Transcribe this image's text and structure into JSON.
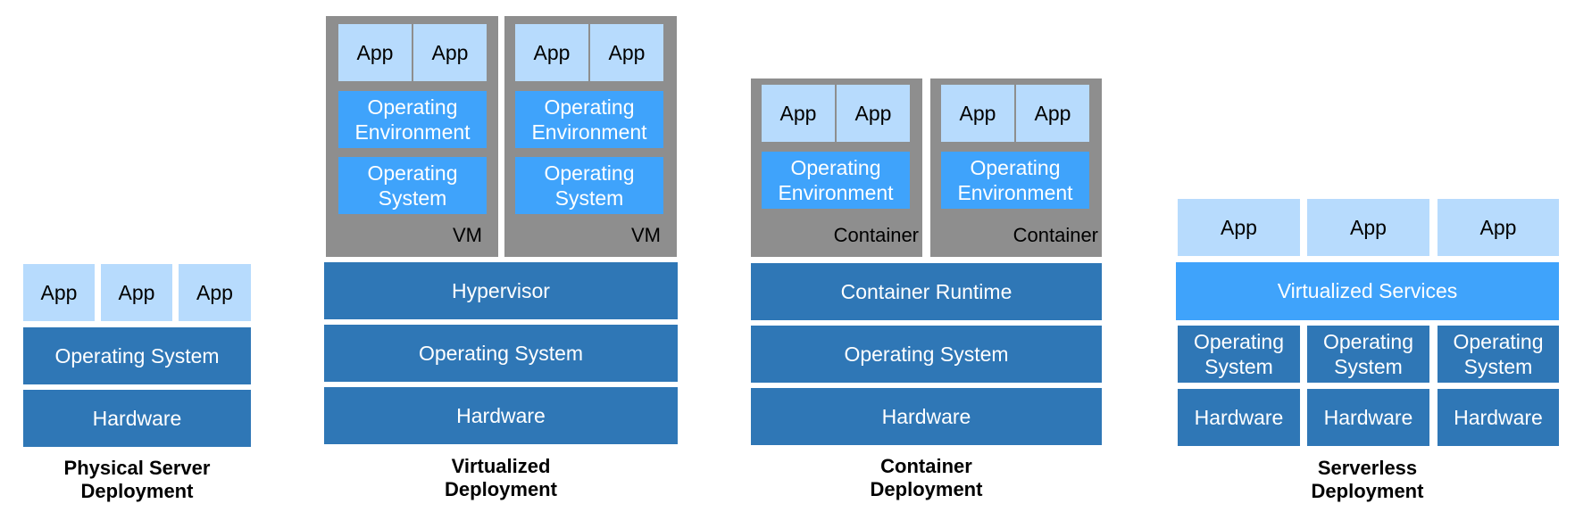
{
  "physical": {
    "apps": [
      "App",
      "App",
      "App"
    ],
    "os": "Operating System",
    "hardware": "Hardware",
    "caption": "Physical Server\nDeployment"
  },
  "virtualized": {
    "vms": [
      {
        "apps": [
          "App",
          "App"
        ],
        "env": "Operating\nEnvironment",
        "os": "Operating\nSystem",
        "label": "VM"
      },
      {
        "apps": [
          "App",
          "App"
        ],
        "env": "Operating\nEnvironment",
        "os": "Operating\nSystem",
        "label": "VM"
      }
    ],
    "hypervisor": "Hypervisor",
    "os": "Operating System",
    "hardware": "Hardware",
    "caption": "Virtualized\nDeployment"
  },
  "container": {
    "containers": [
      {
        "apps": [
          "App",
          "App"
        ],
        "env": "Operating\nEnvironment",
        "label": "Container"
      },
      {
        "apps": [
          "App",
          "App"
        ],
        "env": "Operating\nEnvironment",
        "label": "Container"
      }
    ],
    "runtime": "Container Runtime",
    "os": "Operating System",
    "hardware": "Hardware",
    "caption": "Container\nDeployment"
  },
  "serverless": {
    "apps": [
      "App",
      "App",
      "App"
    ],
    "services": "Virtualized Services",
    "os": [
      "Operating\nSystem",
      "Operating\nSystem",
      "Operating\nSystem"
    ],
    "hardware": [
      "Hardware",
      "Hardware",
      "Hardware"
    ],
    "caption": "Serverless\nDeployment"
  },
  "colors": {
    "app": "#b7dbfd",
    "environment": "#3fa3fb",
    "platform": "#2f77b6",
    "vm_frame": "#8e8e8e"
  }
}
